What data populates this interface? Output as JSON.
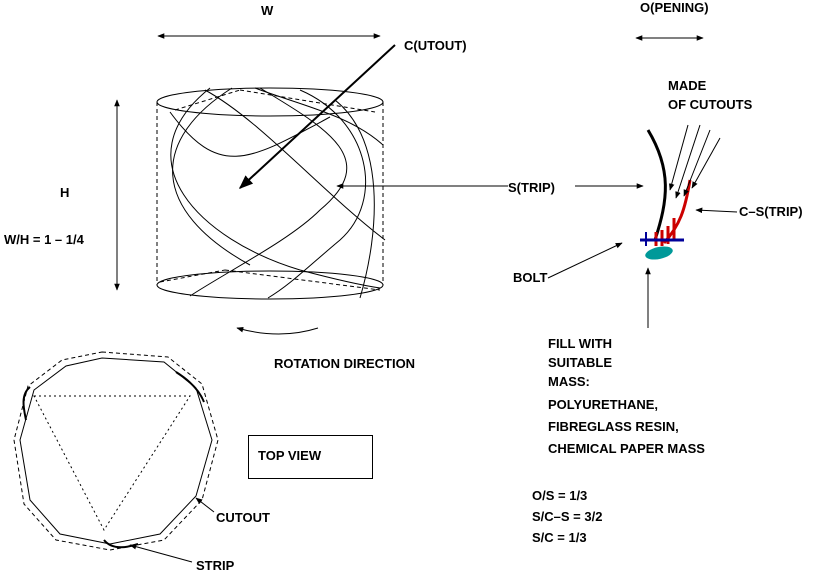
{
  "labels": {
    "width": "W",
    "opening": "O(PENING)",
    "cutout_top": "C(UTOUT)",
    "height": "H",
    "ratio": "W/H = 1 – 1/4",
    "strip_center": "S(TRIP)",
    "made_of_cutouts": [
      "MADE",
      "OF CUTOUTS"
    ],
    "c_strip": "C–S(TRIP)",
    "bolt": "BOLT",
    "rotation": "ROTATION DIRECTION",
    "fill": [
      "FILL WITH",
      "SUITABLE",
      "MASS:",
      "POLYURETHANE,",
      "FIBREGLASS RESIN,",
      "CHEMICAL PAPER MASS"
    ],
    "top_view": "TOP VIEW",
    "cutout_bottom": "CUTOUT",
    "strip_bottom": "STRIP",
    "ratios": [
      "O/S = 1/3",
      "S/C–S = 3/2",
      "S/C = 1/3"
    ]
  },
  "colors": {
    "ink": "#000000",
    "strip_red": "#cc0000",
    "bolt_blue": "#000099",
    "fill_teal": "#009999"
  }
}
